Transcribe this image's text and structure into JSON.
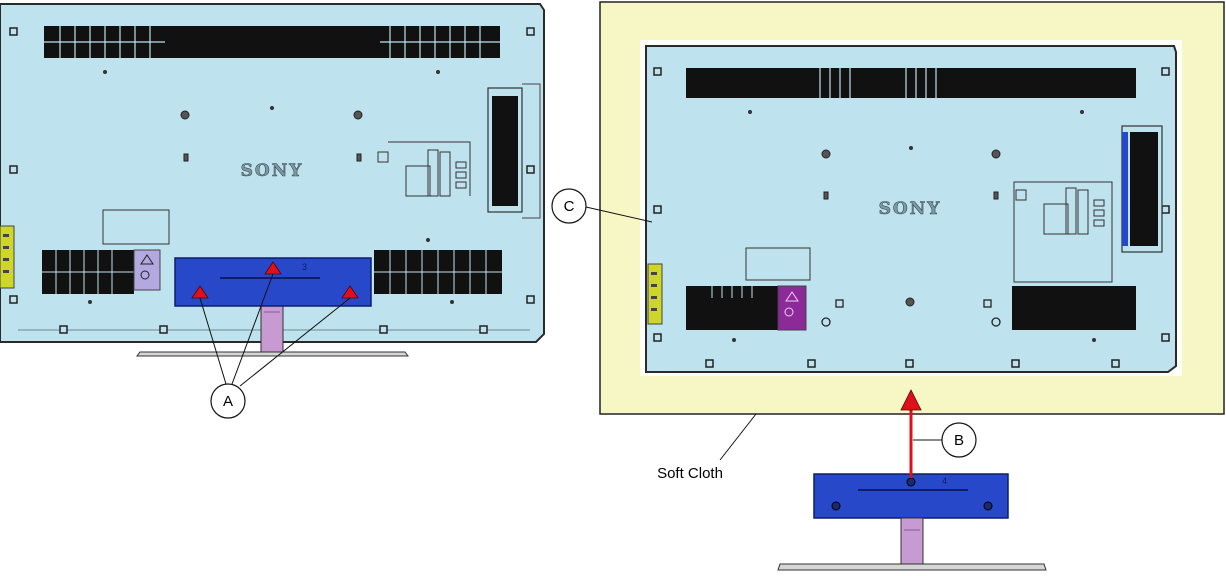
{
  "diagram": {
    "brand_logo": "SONY",
    "callouts": {
      "a": "A",
      "b": "B",
      "c": "C"
    },
    "soft_cloth_label": "Soft Cloth",
    "colors": {
      "tv_panel": "#bfe3ee",
      "tv_outline": "#2a2a2a",
      "stand_blue": "#2748c8",
      "arrow_red": "#e0101a",
      "cloth_yellow": "#f7f7c6",
      "vent_black": "#111111",
      "warning_purple": "#8c2a9a",
      "warning_lilac": "#b4a8e0",
      "side_yellow": "#cfd62a",
      "neck_pink": "#c79ad2",
      "pedestal_gray": "#d6d6d6"
    }
  }
}
